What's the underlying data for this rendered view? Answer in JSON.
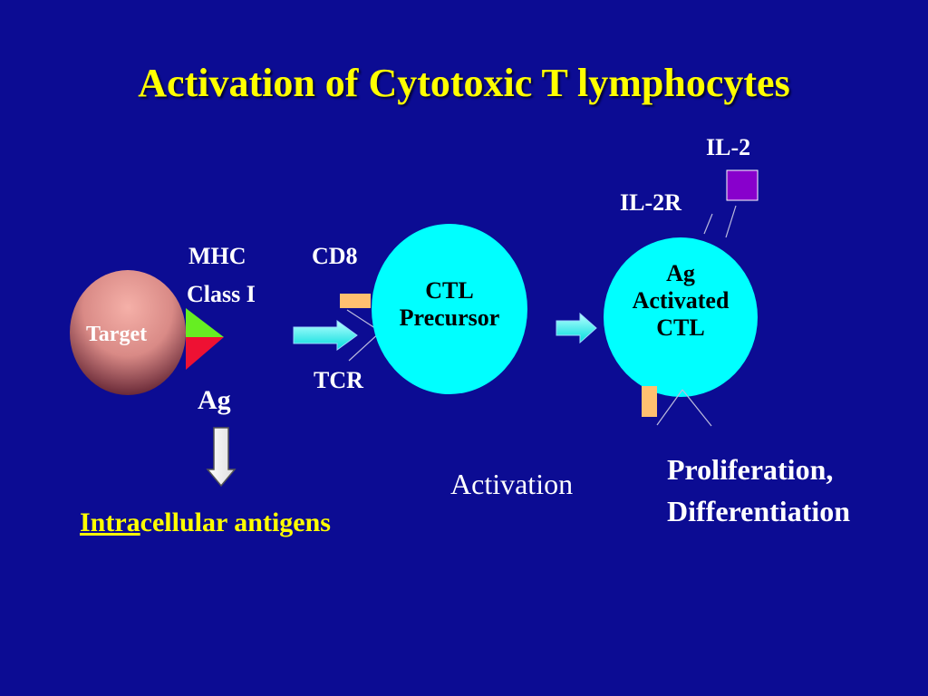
{
  "slide": {
    "title": "Activation of Cytotoxic T lymphocytes"
  },
  "target_cell": {
    "label": "Target",
    "mhc_label_line1": "MHC",
    "mhc_label_line2": "Class I",
    "ag_label": "Ag",
    "colors": {
      "mhc_top": "#66ee22",
      "mhc_bottom": "#ee1133"
    }
  },
  "precursor_cell": {
    "label_line1": "CTL",
    "label_line2": "Precursor",
    "cd8_label": "CD8",
    "tcr_label": "TCR",
    "fill": "#00ffff"
  },
  "activated_cell": {
    "label_line1": "Ag",
    "label_line2": "Activated",
    "label_line3": "CTL",
    "il2r_label": "IL-2R",
    "il2_label": "IL-2",
    "il2_color": "#8800cc"
  },
  "captions": {
    "intracellular_prefix": "Intra",
    "intracellular_rest": "cellular antigens",
    "activation": "Activation",
    "proliferation_line1": "Proliferation,",
    "proliferation_line2": "Differentiation"
  }
}
